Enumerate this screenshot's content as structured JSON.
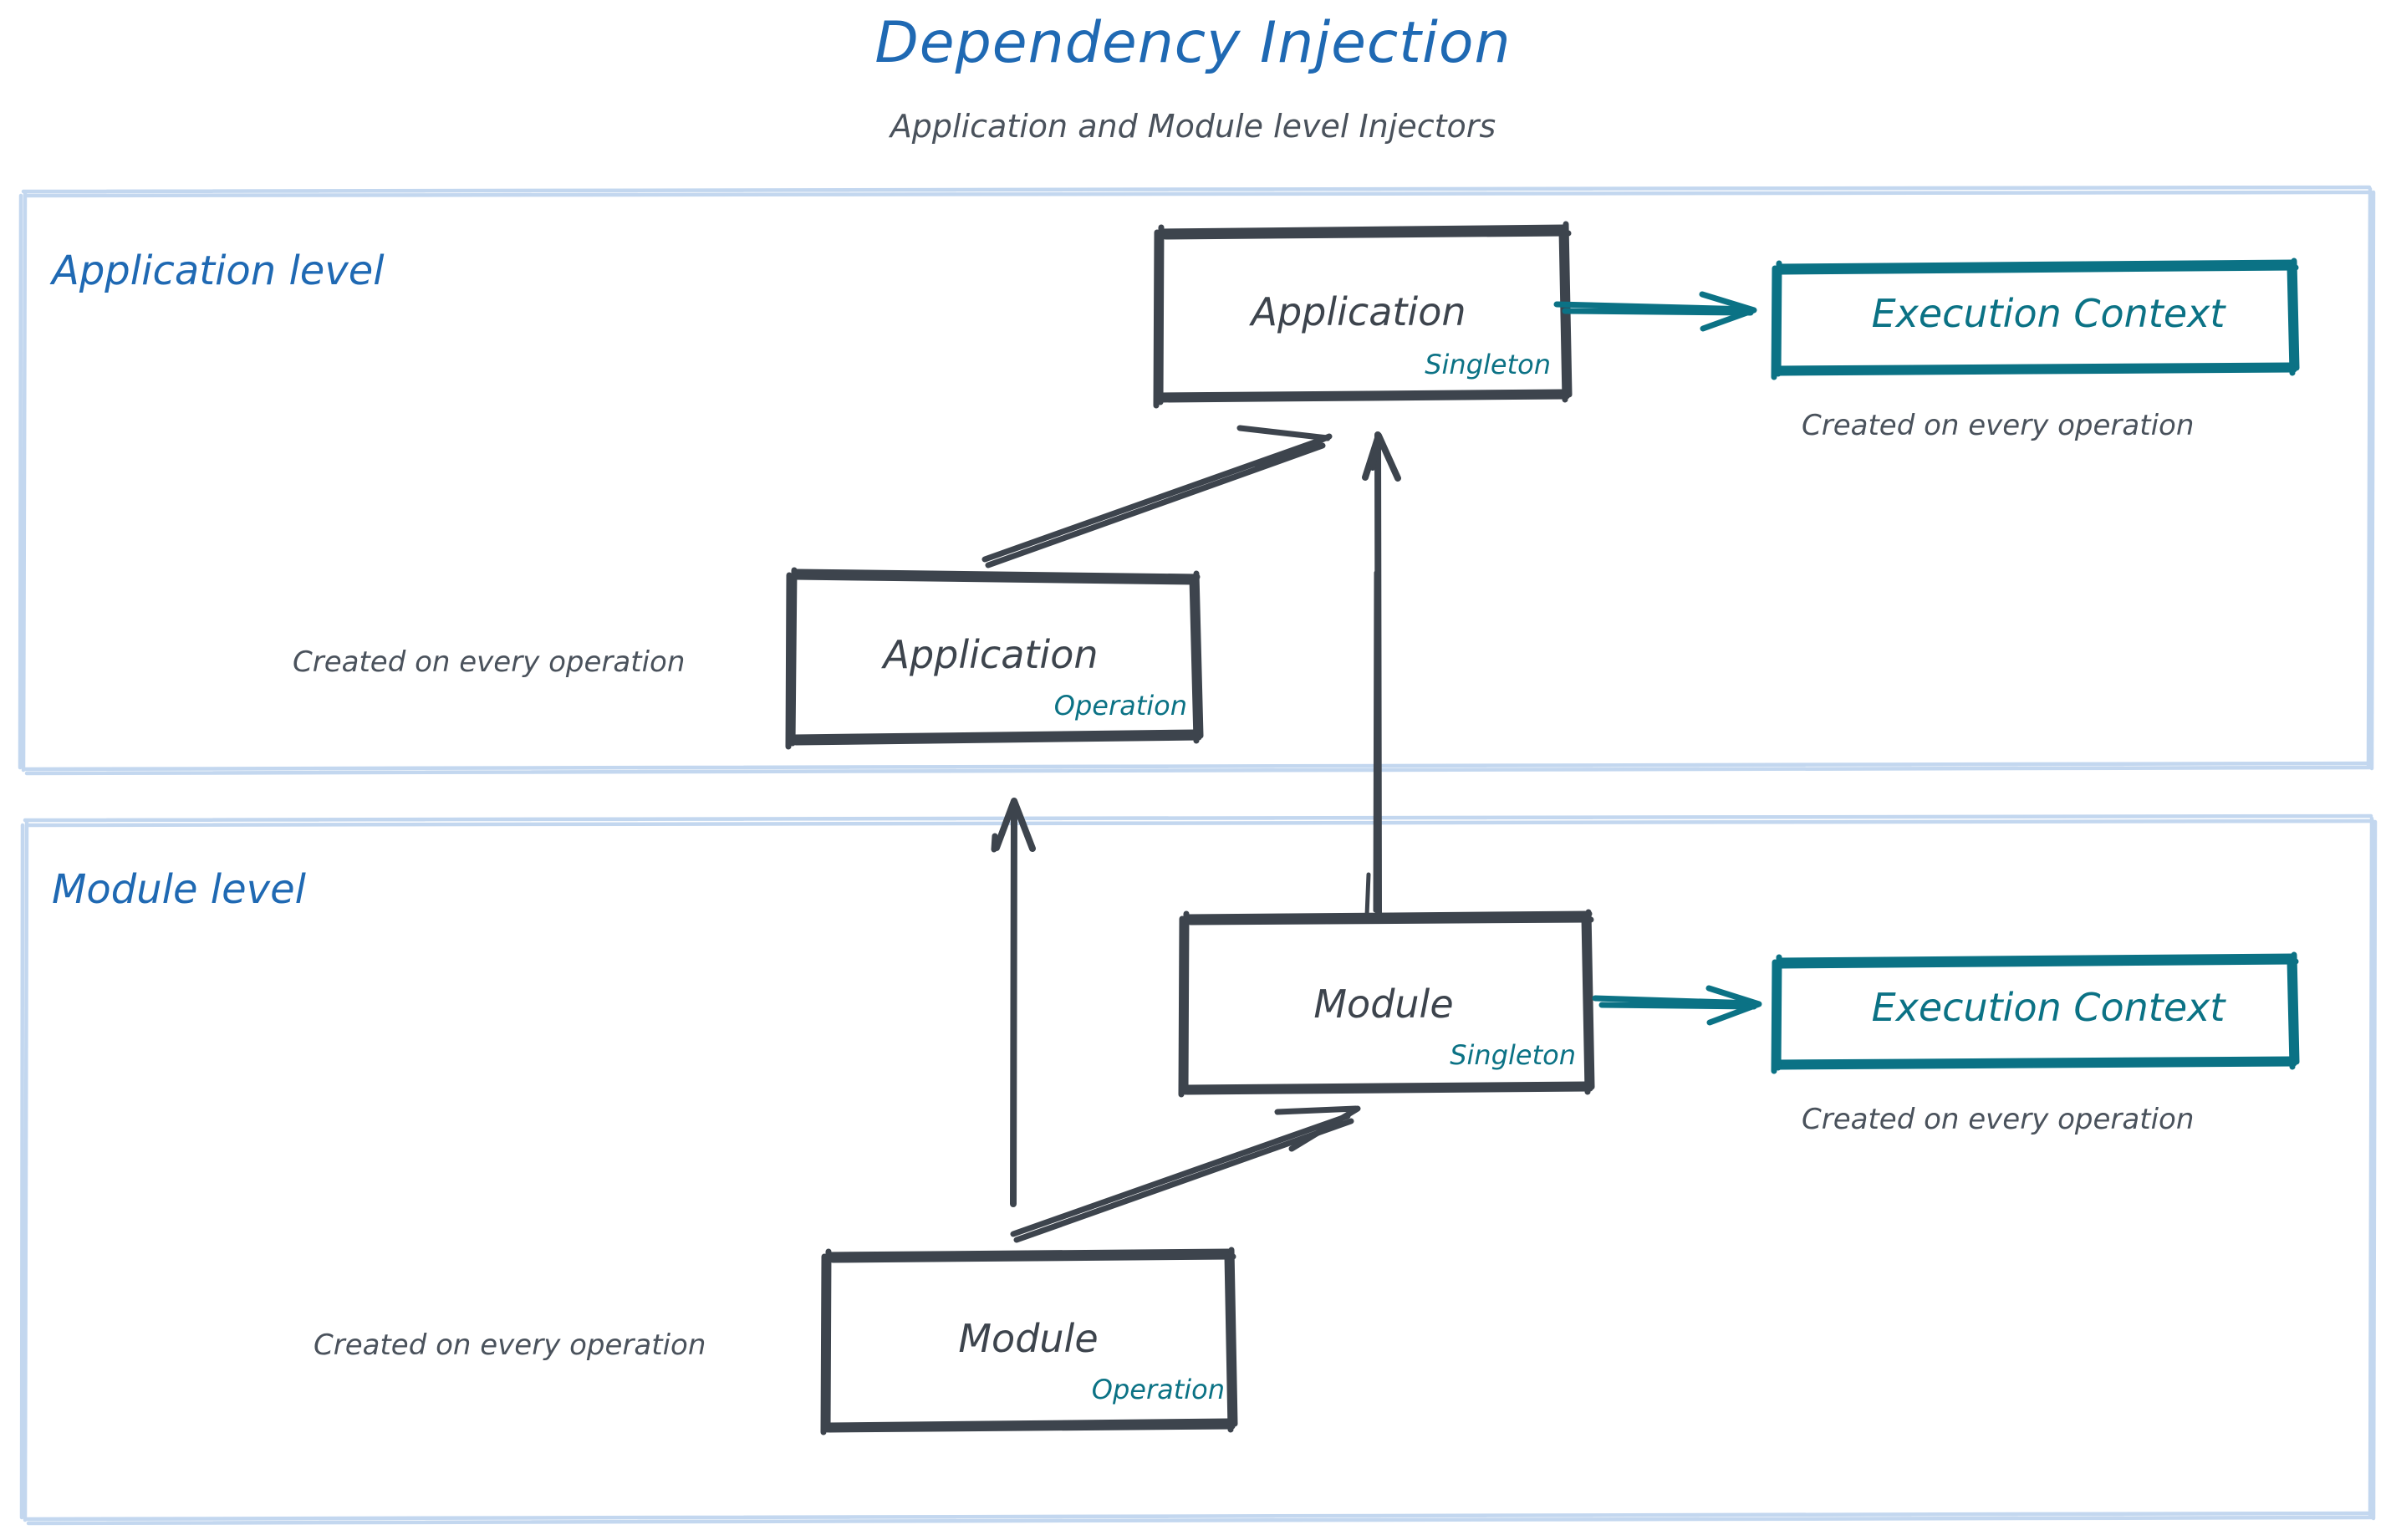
{
  "header": {
    "title": "Dependency Injection",
    "subtitle": "Application and Module level Injectors"
  },
  "colors": {
    "title_blue": "#1f69b3",
    "container_blue": "#c3d7ef",
    "ink_gray": "#3d444d",
    "caption_gray": "#4a525c",
    "teal": "#0b7285",
    "background": "#ffffff"
  },
  "sections": [
    {
      "id": "application-level",
      "label": "Application level"
    },
    {
      "id": "module-level",
      "label": "Module level"
    }
  ],
  "nodes": {
    "application_singleton": {
      "title": "Application",
      "scope": "Singleton"
    },
    "application_operation": {
      "title": "Application",
      "scope": "Operation"
    },
    "module_singleton": {
      "title": "Module",
      "scope": "Singleton"
    },
    "module_operation": {
      "title": "Module",
      "scope": "Operation"
    },
    "execution_context_top": {
      "title": "Execution Context"
    },
    "execution_context_bottom": {
      "title": "Execution Context"
    }
  },
  "captions": {
    "ec_top": "Created on every operation",
    "ec_bottom": "Created on every operation",
    "application_operation": "Created on every operation",
    "module_operation": "Created on every operation"
  },
  "edges": [
    {
      "id": "app-op-to-app-singleton",
      "from": "application_operation",
      "to": "application_singleton",
      "style": "sketch-arrow",
      "color": "#3d444d"
    },
    {
      "id": "mod-singleton-to-app-singleton",
      "from": "module_singleton",
      "to": "application_singleton",
      "style": "sketch-arrow",
      "color": "#3d444d"
    },
    {
      "id": "mod-op-to-mod-singleton",
      "from": "module_operation",
      "to": "module_singleton",
      "style": "sketch-arrow",
      "color": "#3d444d"
    },
    {
      "id": "mod-op-to-app-operation",
      "from": "module_operation",
      "to": "application_operation",
      "style": "sketch-arrow",
      "color": "#3d444d"
    },
    {
      "id": "app-singleton-to-ec-top",
      "from": "application_singleton",
      "to": "execution_context_top",
      "style": "sketch-arrow",
      "color": "#0b7285"
    },
    {
      "id": "mod-singleton-to-ec-bottom",
      "from": "module_singleton",
      "to": "execution_context_bottom",
      "style": "sketch-arrow",
      "color": "#0b7285"
    }
  ]
}
